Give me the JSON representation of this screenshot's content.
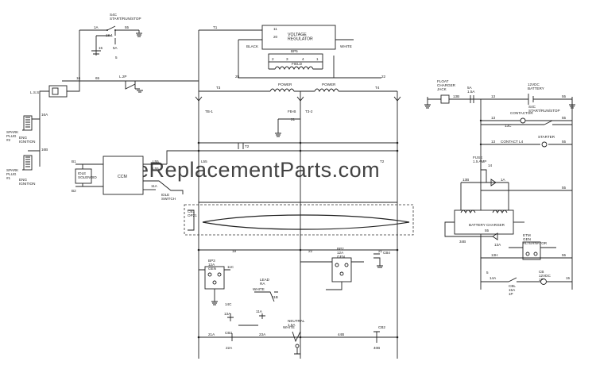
{
  "watermark": "eReplacementParts.com",
  "labels": {
    "start_run_stop": "S4C\nSTART/RUN/STOP",
    "sw_code": "18  1",
    "wire_1a": "1A",
    "wire_55": "55",
    "wire_5": "5",
    "wire_15": "15",
    "wire_5a": "5A",
    "wire_16": "16",
    "wire_65": "65",
    "l_2p": "L.2P",
    "lss": "L.S.S.",
    "w_16a": "16A",
    "w_16b": "16B",
    "spark_plug_2": "SPARK\nPLUG\n#2",
    "spark_plug_1": "SPARK\nPLUG\n#1",
    "eng_ign_1": "ENG\nIGNITION",
    "eng_ign_2": "ENG\nIGNITION",
    "w_b1": "B1",
    "w_b2": "B2",
    "idle_sol": "IDLE\nSOLENOID",
    "ccm": "CCM",
    "w_l55": "L55",
    "w_l55b": "L55",
    "idle_switch": "IDLE\nSWITCH",
    "w_11a": "11A",
    "vreg": "VOLTAGE\nREGULATOR",
    "w_11": "11",
    "w_20": "20",
    "black": "BLACK",
    "white_vr": "WHITE",
    "w_t1": "T1",
    "w_2": "2",
    "w_3": "3",
    "w_4": "4",
    "w_1": "1",
    "w_5vr": "5",
    "bp5": "BP5",
    "field": "FIELD",
    "w_25": "25",
    "w_22": "22",
    "power_l": "POWER",
    "power_r": "POWER",
    "w_t3": "T3",
    "w_t4": "T4",
    "t3_2": "T3-2",
    "tb_1": "TB-1",
    "fb_b": "FB-B",
    "w_21": "21",
    "w_t2": "T2",
    "w_l55c": "L55",
    "w_t2b": "T2",
    "cb1": "CB1\nOP21",
    "bp3": "BP3\n12A\nGEN",
    "bp2": "BP2\n12A\nGEN",
    "w_19": "19",
    "w_22b": "22",
    "w_21b": "21",
    "w_11c": "11C",
    "w_13a": "13A",
    "w_14c": "14C",
    "w_11b": "11B",
    "w_cb4": "CB4",
    "w_cb3": "CB3",
    "w_cb2": "CB2",
    "w_cb1b": "CB1",
    "white_a": "WHITE",
    "white_b": "WHITE",
    "w_13": "13",
    "w_11aa": "11A",
    "lead_ra": "LEAD\nRA",
    "w_21a": "21A",
    "w_22a": "22A",
    "w_23a": "23A",
    "w_24b": "24B",
    "w_44b": "44B",
    "w_40b": "40B",
    "neutral": "NEUTRAL\n1.5A",
    "float_jack": "FLOAT\nCHARGER\nJACK",
    "w_13b": "13B",
    "w_13c": "13",
    "w_13d": "13",
    "w_13e": "13",
    "w_13f": "13",
    "w_55a": "55",
    "w_55b": "55",
    "w_55c": "55",
    "w_55d": "55",
    "w_55e": "55",
    "battery": "12VDC\nBATTERY",
    "contactor": "CONTACTOR",
    "s4c_right": "S4C\nSTART/RUN/STOP",
    "contact_l4": "CONTACT L4",
    "starter": "STARTER",
    "w_13cc": "13C",
    "w_15": "15",
    "w_5b": "5",
    "w_14": "14",
    "fuse": "FUSE\n1.5 AMP",
    "w_13bb": "13B",
    "w_1a": "1A",
    "w_34b": "34B",
    "batt_charger": "BATTERY CHARGER",
    "w_5c": "55",
    "w_13dd": "13A",
    "etm": "ETM\nGEN\nALTERNATOR",
    "w_13h": "13H",
    "cbl": "CBL\n15A\n1P",
    "cb": "CB\n12VDC\n1P",
    "w_14a": "14A",
    "sw_5": "5A\n1.5A"
  }
}
